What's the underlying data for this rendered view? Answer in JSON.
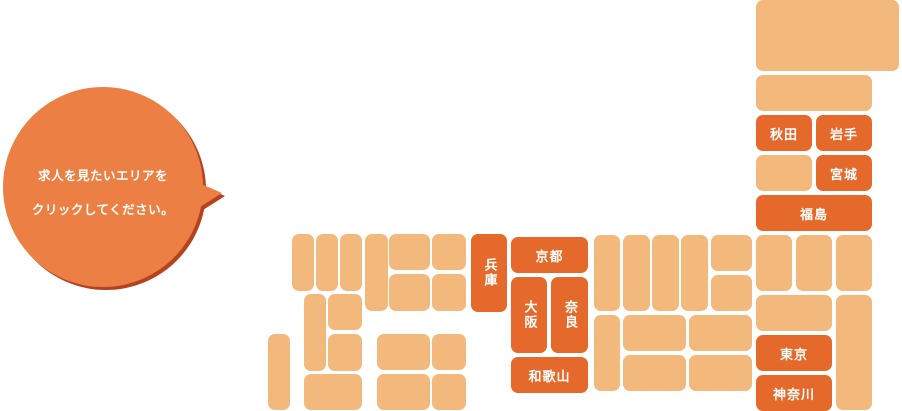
{
  "bubble": {
    "line1": "求人を見たいエリアを",
    "line2": "クリックしてください。"
  },
  "prefectures": {
    "akita": "秋田",
    "iwate": "岩手",
    "miyagi": "宮城",
    "fukushima": "福島",
    "tokyo": "東京",
    "kanagawa": "神奈川",
    "hyogo": "兵庫",
    "kyoto": "京都",
    "osaka": "大阪",
    "nara": "奈良",
    "wakayama": "和歌山"
  },
  "colors": {
    "inactive": "#F2B87C",
    "active": "#E4692A",
    "bubble": "#EC8044"
  }
}
